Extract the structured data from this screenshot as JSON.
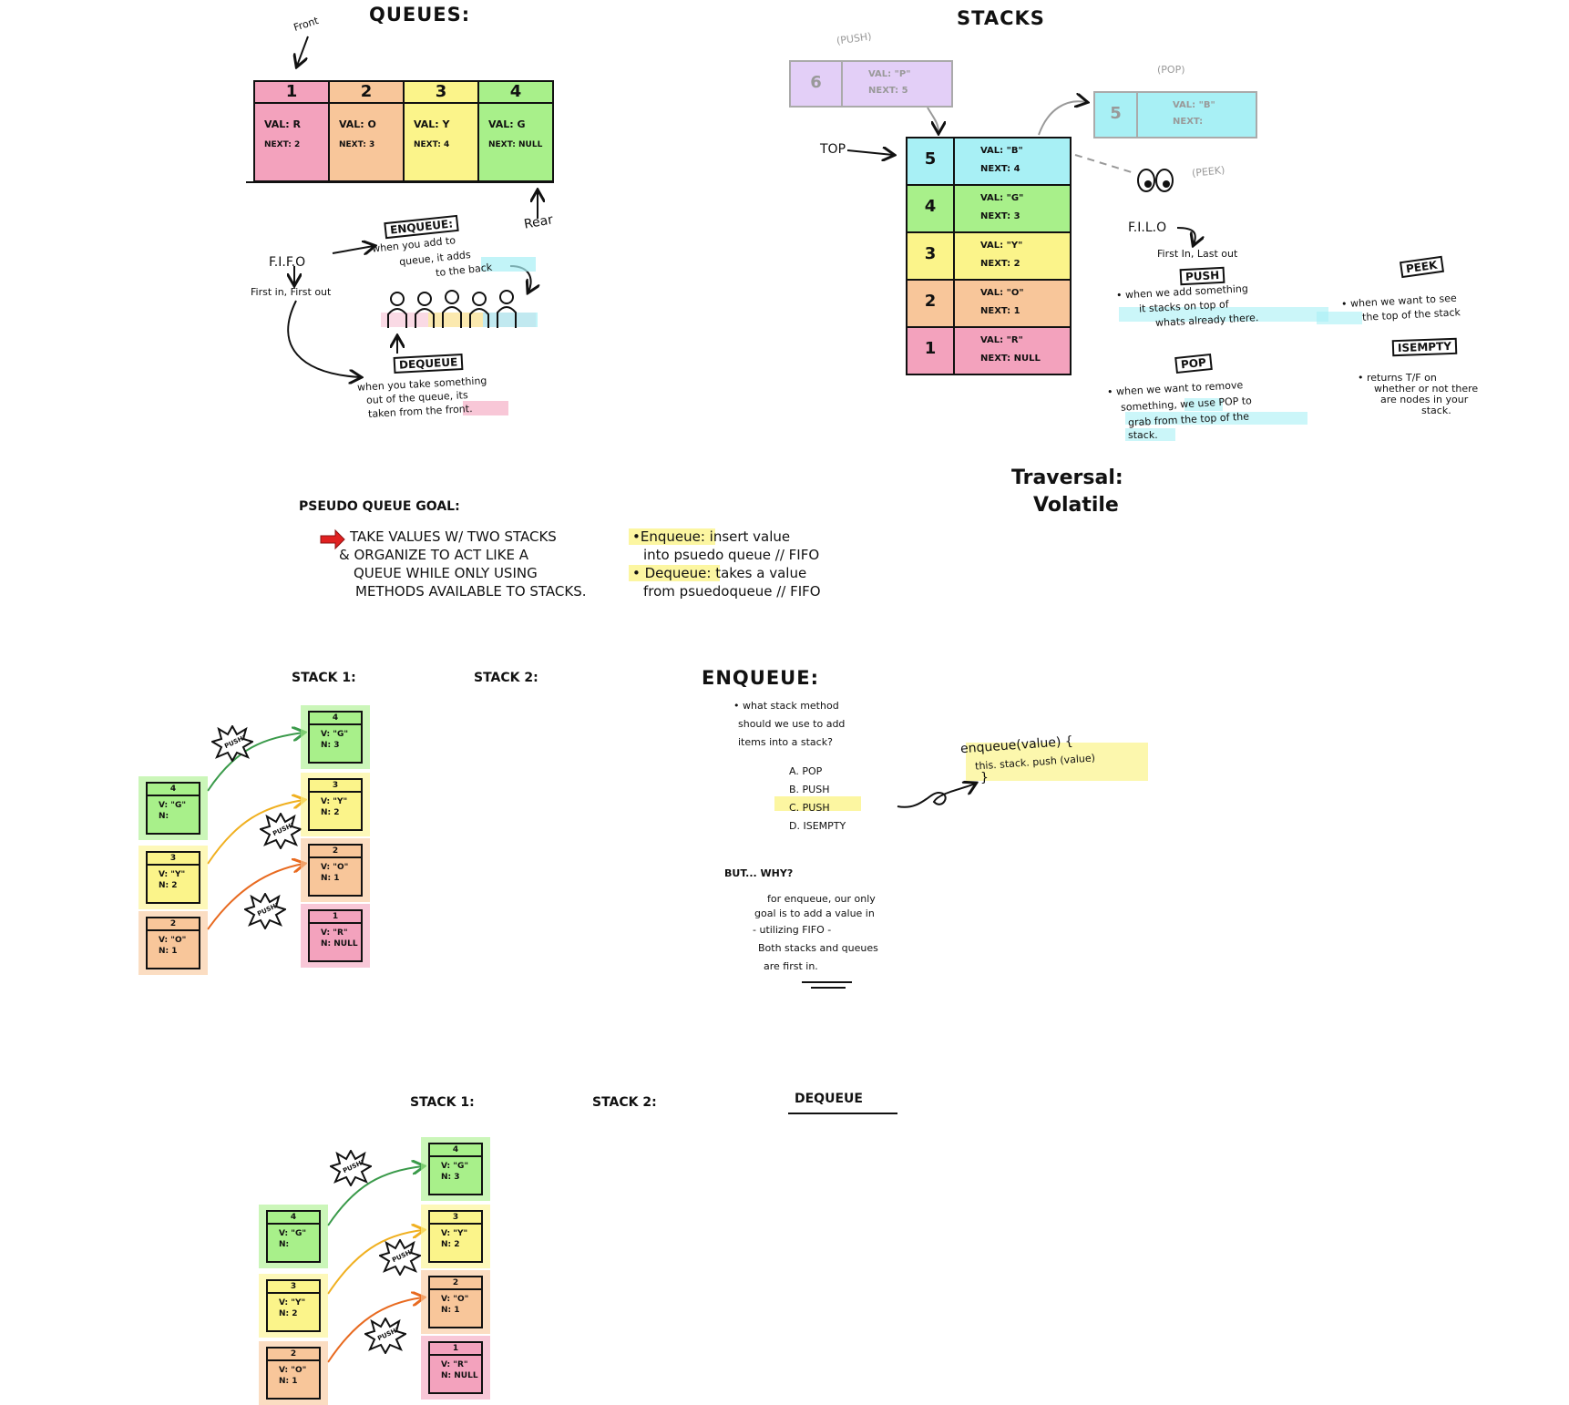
{
  "queues": {
    "title": "QUEUES:",
    "front_label": "Front",
    "rear_label": "Rear",
    "cells": [
      {
        "num": "1",
        "val": "VAL: R",
        "next": "NEXT: 2",
        "color": "#f3a2bd"
      },
      {
        "num": "2",
        "val": "VAL: O",
        "next": "NEXT: 3",
        "color": "#f8c69a"
      },
      {
        "num": "3",
        "val": "VAL: Y",
        "next": "NEXT: 4",
        "color": "#fbf48a"
      },
      {
        "num": "4",
        "val": "VAL: G",
        "next": "NEXT: NULL",
        "color": "#a8f08a"
      }
    ],
    "enqueue_label": "ENQUEUE:",
    "enqueue_desc_1": "when you add to",
    "enqueue_desc_2": "queue, it adds",
    "enqueue_desc_3": "to the back",
    "fifo": "F.I.F.O",
    "fifo_full": "First in, First out",
    "dequeue_label": "DEQUEUE",
    "dequeue_desc_1": "when you take something",
    "dequeue_desc_2": "out of the queue, its",
    "dequeue_desc_3": "taken from the front."
  },
  "stacks": {
    "title": "STACKS",
    "push_label": "(PUSH)",
    "pop_label": "(POP)",
    "peek_label": "(PEEK)",
    "top_label": "TOP",
    "push_node": {
      "num": "6",
      "val": "VAL: \"P\"",
      "next": "NEXT: 5"
    },
    "pop_node": {
      "num": "5",
      "val": "VAL: \"B\"",
      "next": "NEXT:"
    },
    "cells": [
      {
        "num": "5",
        "val": "VAL: \"B\"",
        "next": "NEXT: 4",
        "color": "#a8f0f5"
      },
      {
        "num": "4",
        "val": "VAL: \"G\"",
        "next": "NEXT: 3",
        "color": "#a8f08a"
      },
      {
        "num": "3",
        "val": "VAL: \"Y\"",
        "next": "NEXT: 2",
        "color": "#fbf48a"
      },
      {
        "num": "2",
        "val": "VAL: \"O\"",
        "next": "NEXT: 1",
        "color": "#f8c69a"
      },
      {
        "num": "1",
        "val": "VAL: \"R\"",
        "next": "NEXT: NULL",
        "color": "#f3a2bd"
      }
    ],
    "filo": "F.I.L.O",
    "filo_full": "First In, Last out",
    "push_heading": "PUSH",
    "push_desc_1": "• when we add something",
    "push_desc_2": "it stacks on top of",
    "push_desc_3": "whats already there.",
    "peek_heading": "PEEK",
    "peek_desc_1": "• when we want to see",
    "peek_desc_2": "the top of the stack",
    "pop_heading": "POP",
    "pop_desc_1": "• when we want to remove",
    "pop_desc_2": "something, we use POP to",
    "pop_desc_3": "grab from the top of the",
    "pop_desc_4": "stack.",
    "isempty_heading": "ISEMPTY",
    "isempty_desc_1": "• returns T/F on",
    "isempty_desc_2": "whether or not there",
    "isempty_desc_3": "are nodes in your",
    "isempty_desc_4": "stack.",
    "traversal_1": "Traversal:",
    "traversal_2": "Volatile"
  },
  "goal": {
    "heading": "PSEUDO QUEUE  GOAL:",
    "line_1": "TAKE VALUES W/ TWO STACKS",
    "line_2": "& ORGANIZE TO ACT LIKE A",
    "line_3": "QUEUE WHILE ONLY USING",
    "line_4": "METHODS AVAILABLE TO STACKS.",
    "enq_1": "•Enqueue: insert value",
    "enq_2": "into psuedo queue // FIFO",
    "deq_1": "• Dequeue: takes a value",
    "deq_2": "from psuedoqueue // FIFO"
  },
  "enqueue_section": {
    "stack1": "STACK 1:",
    "stack2": "STACK 2:",
    "heading": "ENQUEUE:",
    "q_1": "• what stack method",
    "q_2": "should we use to add",
    "q_3": "items into a stack?",
    "opt_a": "A. POP",
    "opt_b": "B. PUSH",
    "opt_c": "C. PUSH",
    "opt_d": "D. ISEMPTY",
    "code_1": "enqueue(value) {",
    "code_2": "this. stack. push (value)",
    "code_3": "}",
    "why": "BUT... WHY?",
    "why_1": "for enqueue, our only",
    "why_2": "goal is to add a value in",
    "why_3": "- utilizing FIFO -",
    "why_4": "Both stacks and queues",
    "why_5": "are first in.",
    "push_burst": "PUSH!"
  },
  "left_cards": [
    {
      "num": "4",
      "v": "V: \"G\"",
      "n": "N:",
      "color": "#a8f08a"
    },
    {
      "num": "3",
      "v": "V: \"Y\"",
      "n": "N: 2",
      "color": "#fbf48a"
    },
    {
      "num": "2",
      "v": "V: \"O\"",
      "n": "N: 1",
      "color": "#f8c69a"
    }
  ],
  "right_cards": [
    {
      "num": "4",
      "v": "V: \"G\"",
      "n": "N: 3",
      "color": "#a8f08a"
    },
    {
      "num": "3",
      "v": "V: \"Y\"",
      "n": "N: 2",
      "color": "#fbf48a"
    },
    {
      "num": "2",
      "v": "V: \"O\"",
      "n": "N: 1",
      "color": "#f8c69a"
    },
    {
      "num": "1",
      "v": "V: \"R\"",
      "n": "N: NULL",
      "color": "#f3a2bd"
    }
  ],
  "dequeue_section": {
    "stack1": "STACK 1:",
    "stack2": "STACK 2:",
    "heading": "DEQUEUE"
  }
}
